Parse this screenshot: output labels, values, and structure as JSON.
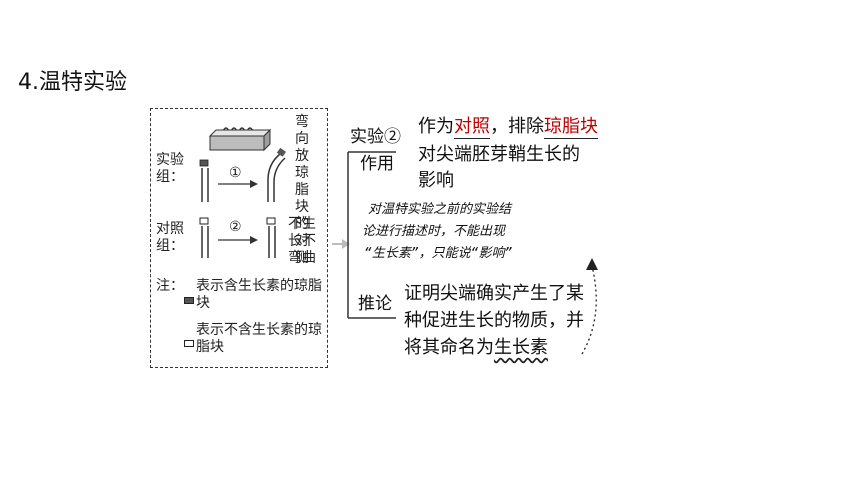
{
  "title": "4.温特实验",
  "left_panel": {
    "exp_group_label": "实验组：",
    "exp_arrow_label": "①",
    "exp_result": "弯向放琼脂块的对侧",
    "ctrl_group_label": "对照组：",
    "ctrl_arrow_label": "②",
    "ctrl_result": "不生长不弯曲",
    "note_prefix": "注：",
    "note1": "表示含生长素的琼脂块",
    "note2": "表示不含生长素的琼脂块"
  },
  "right_panel": {
    "exp2_label": "实验②",
    "role_label": "作用",
    "role_text_prefix": "作为",
    "role_blank1": "对照",
    "role_text_mid": "，排除",
    "role_blank2": "琼脂块",
    "role_text_line2": "对尖端胚芽鞘生长的",
    "role_text_line3": "影响",
    "note_line1": "对温特实验之前的实验结",
    "note_line2": "论进行描述时，不能出现",
    "note_line3": "“生长素”，只能说“影响”",
    "inference_label": "推论",
    "inference_line1": "证明尖端确实产生了某",
    "inference_line2": "种促进生长的物质，并",
    "inference_line3_prefix": "将其命名为",
    "inference_line3_answer": "生长素"
  }
}
